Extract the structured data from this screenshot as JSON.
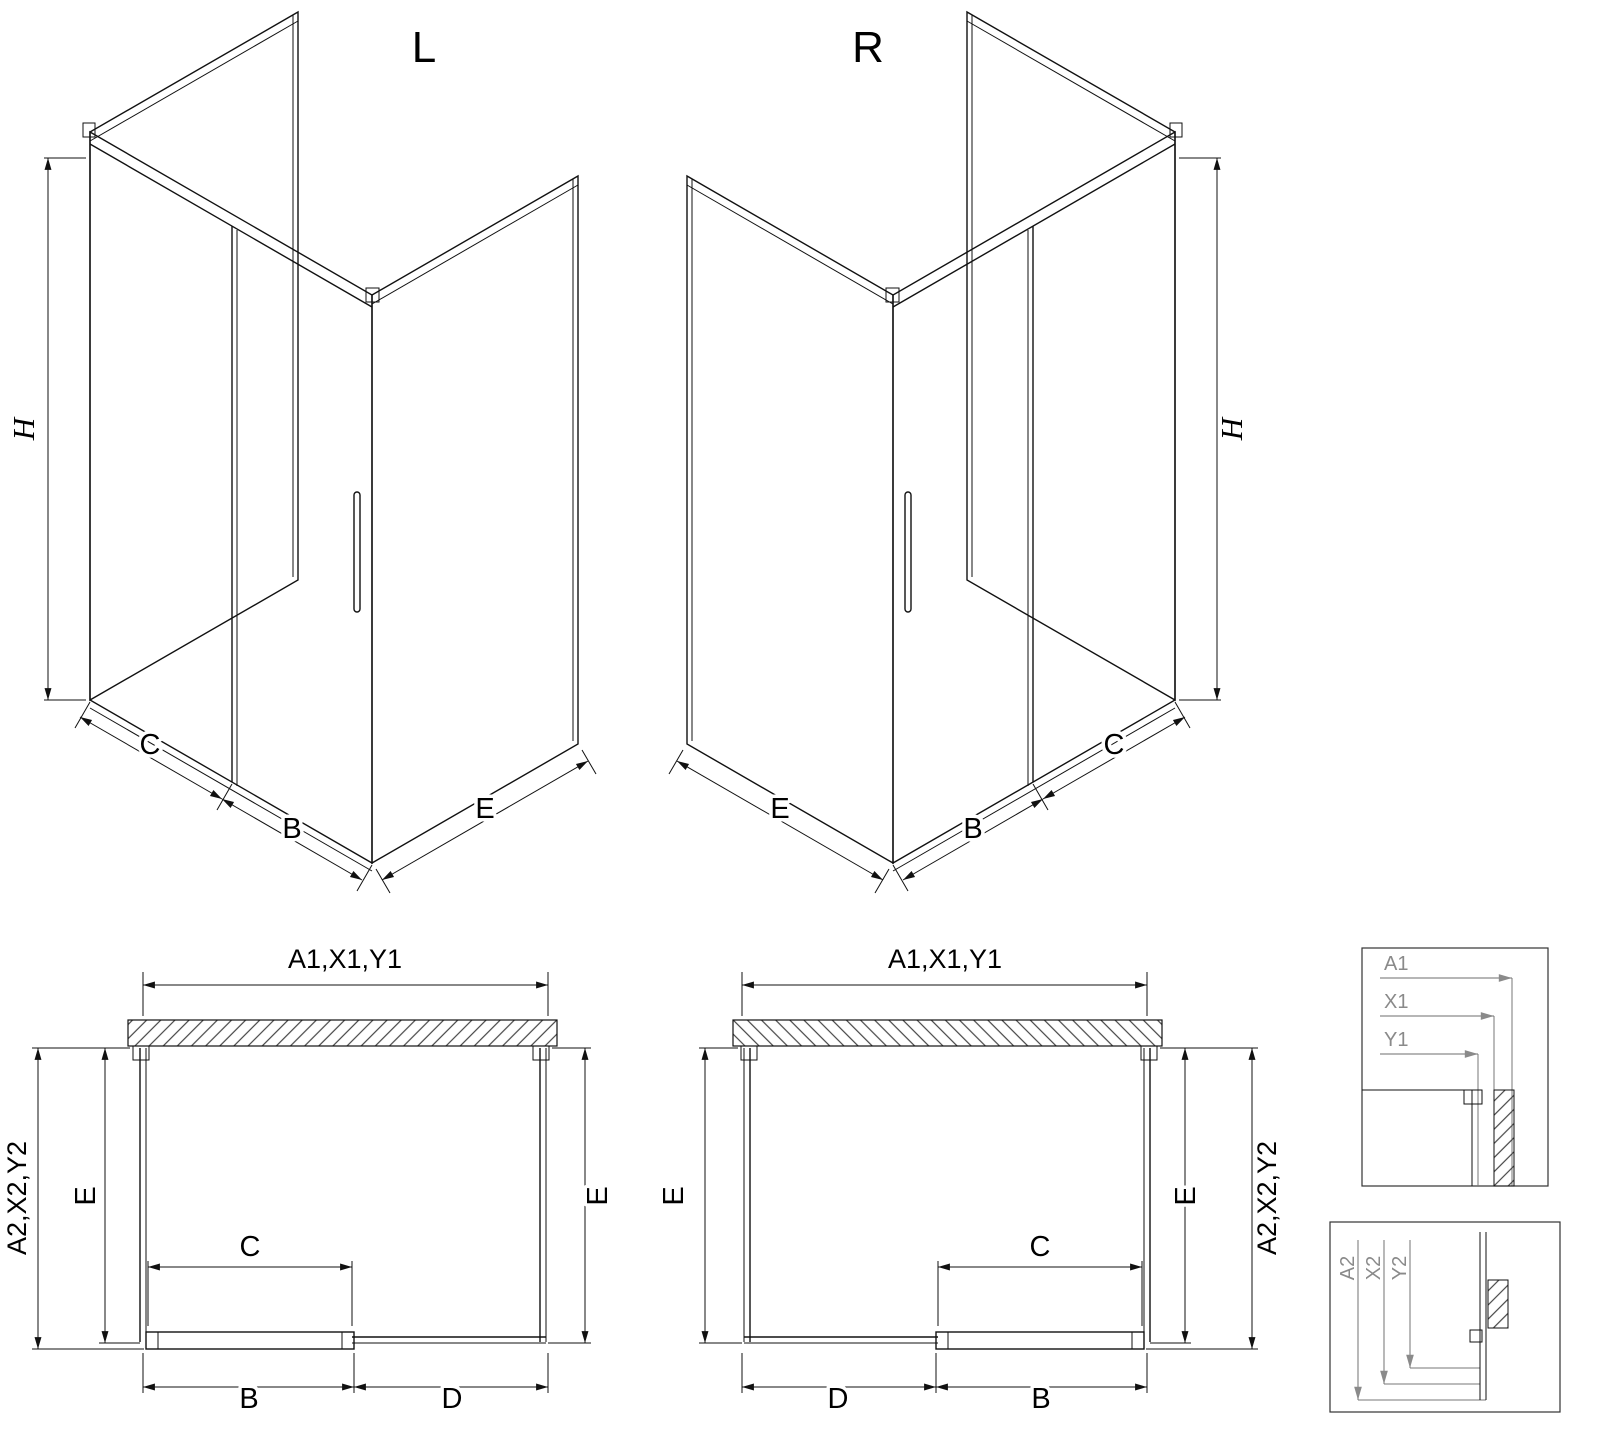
{
  "drawing": {
    "iso_left": {
      "title": "L",
      "h": "H",
      "c": "C",
      "b": "B",
      "e": "E"
    },
    "iso_right": {
      "title": "R",
      "h": "H",
      "c": "C",
      "b": "B",
      "e": "E"
    },
    "plan_left": {
      "width": "A1,X1,Y1",
      "depth": "A2,X2,Y2",
      "e_inner": "E",
      "e_outer": "E",
      "c": "C",
      "b": "B",
      "d": "D"
    },
    "plan_right": {
      "width": "A1,X1,Y1",
      "depth": "A2,X2,Y2",
      "e_inner": "E",
      "e_outer": "E",
      "c": "C",
      "b": "B",
      "d": "D"
    },
    "detail_width": {
      "a1": "A1",
      "x1": "X1",
      "y1": "Y1"
    },
    "detail_depth": {
      "a2": "A2",
      "x2": "X2",
      "y2": "Y2"
    },
    "colors": {
      "line": "#111111",
      "detail_label": "#8a8a8a",
      "background": "#ffffff"
    }
  }
}
